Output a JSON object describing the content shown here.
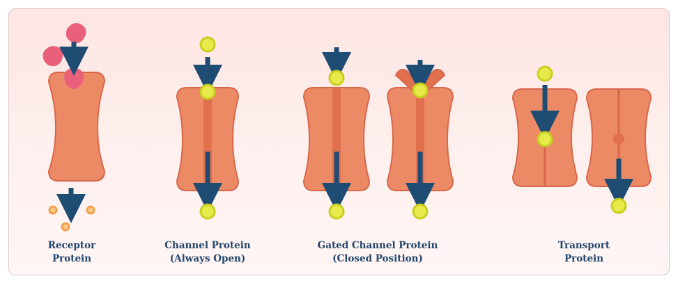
{
  "colors": {
    "background": "#fde6e3",
    "protein": "#ec8a66",
    "protein_edge": "#d8674a",
    "channel": "#e0704e",
    "arrow": "#1f4c73",
    "ion": "#e6ea4a",
    "ion_edge": "#c9cf1f",
    "signal": "#e9607b",
    "product": "#f2a050",
    "caption": "#23466a"
  },
  "captions": {
    "receptor": {
      "line1": "Receptor",
      "line2": "Protein"
    },
    "channel": {
      "line1": "Channel Protein",
      "line2": "(Always Open)"
    },
    "gated": {
      "line1": "Gated Channel Protein",
      "line2": "(Closed Position)"
    },
    "transport": {
      "line1": "Transport",
      "line2": "Protein"
    }
  }
}
